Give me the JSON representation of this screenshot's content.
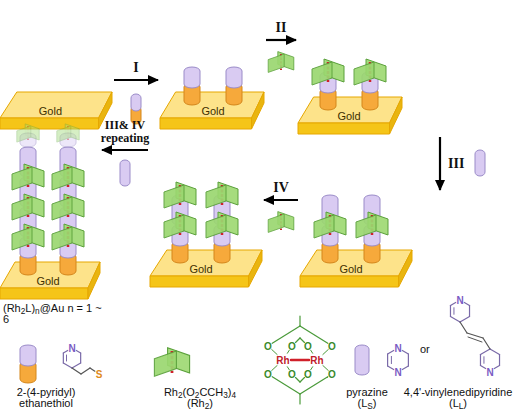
{
  "diagram": {
    "nodes": [
      {
        "text": [
          "Gold"
        ]
      },
      {
        "text": [
          "Gold"
        ]
      },
      {
        "text": [
          "Gold"
        ]
      },
      {
        "text": [
          "Gold"
        ]
      },
      {
        "text": [
          "Gold"
        ]
      },
      {
        "text": [
          "Gold"
        ]
      }
    ],
    "edges": [
      {
        "from": 0,
        "to": 1,
        "arrow": "to",
        "label": "I"
      },
      {
        "from": 1,
        "to": 2,
        "arrow": "to",
        "label": "II"
      },
      {
        "from": 2,
        "to": 3,
        "arrow": "to",
        "label": "III"
      },
      {
        "from": 3,
        "to": 4,
        "arrow": "to",
        "label": "IV"
      },
      {
        "from": 4,
        "to": 5,
        "arrow": "to",
        "label": "III& IV repeating"
      }
    ],
    "labels": [
      "(Rh2L)n@Au n = 1 ~ 6",
      "N",
      "S",
      "2-(4-pyridyl) ethanethiol",
      "Rh2(O2CCH3)4 (Rh2)",
      "O",
      "O",
      "O",
      "O",
      "Rh",
      "Rh",
      "O",
      "O",
      "O",
      "O",
      "N",
      "N",
      "pyrazine (LS)",
      "or",
      "N",
      "N",
      "4,4'-vinylenedipyridine (LL)"
    ]
  }
}
